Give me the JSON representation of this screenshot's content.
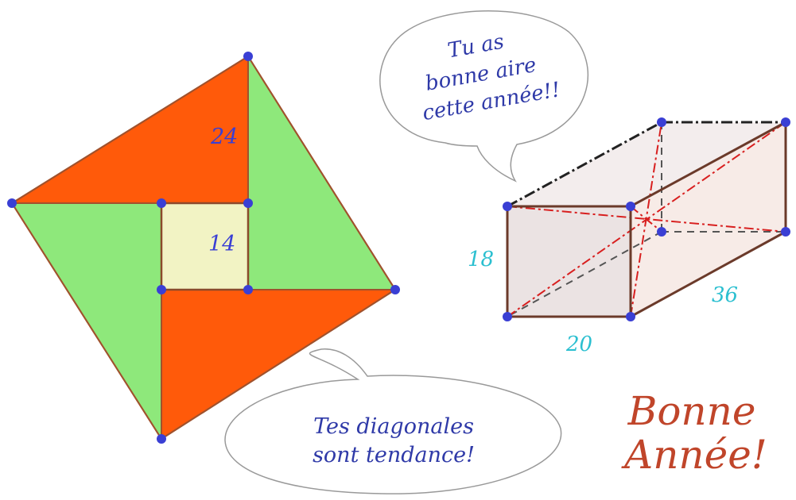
{
  "square_figure": {
    "label_outer": "24",
    "label_inner": "14",
    "colors": {
      "red": "#ff5a0a",
      "green": "#8ee87b",
      "inner": "#f2f3c4",
      "edge": "#a0522d",
      "point": "#3a3fd4"
    }
  },
  "box_figure": {
    "label_height": "18",
    "label_width": "20",
    "label_depth": "36",
    "colors": {
      "face": "#f6efef",
      "edge": "#6b3a2a",
      "diagonal": "#d81f1f",
      "hidden": "#555555",
      "label": "#2bbfd0"
    }
  },
  "bubbles": {
    "top_lines": [
      "Tu as",
      "bonne aire",
      "cette année!!"
    ],
    "bottom_lines": [
      "Tes diagonales",
      "sont tendance!"
    ],
    "text_color": "#2f3aa8"
  },
  "greeting": {
    "line1": "Bonne",
    "line2": "Année!",
    "color": "#c0452a"
  }
}
